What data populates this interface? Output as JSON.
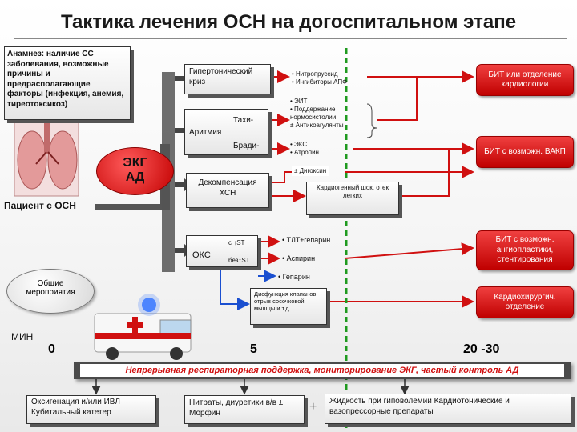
{
  "title": "Тактика лечения ОСН на догоспитальном этапе",
  "anamnesis": "Анамнез: наличие СС заболевания, возможные причины и предрасполагающие факторы (инфекция, анемия, тиреотоксикоз)",
  "patient": "Пациент с ОСН",
  "ecg": {
    "line1": "ЭКГ",
    "line2": "АД"
  },
  "hypertensive_crisis": "Гипертонический криз",
  "hypertensive_drugs": [
    "• Нитропруссид",
    "• Ингибиторы АПФ"
  ],
  "arrhythmia": "Аритмия",
  "tachy": "Тахи-",
  "brady": "Бради-",
  "tachy_measures": [
    "• ЭИТ",
    "• Поддержание нормосистолии",
    "± Антикоагулянты"
  ],
  "brady_measures": [
    "• ЭКС",
    "• Атропин"
  ],
  "digoxin": "± Дигоксин",
  "decompensation": "Декомпенсация ХСН",
  "cardiogenic_shock": "Кардиогенный шок, отек легких",
  "acs": "ОКС",
  "st_elev": "с ↑ST",
  "st_no_elev": "без↑ST",
  "tlt": "• ТЛТ±гепарин",
  "aspirin": "• Аспирин",
  "heparin": "• Гепарин",
  "general_measures": "Общие мероприятия",
  "valve_dysfunction": "Дисфункция клапанов, отрыв сосочковой мышцы и т.д.",
  "red_boxes": {
    "icu_cardiology": "БИТ или отделение кардиологии",
    "icu_iabp": "БИТ с возможн. ВАКП",
    "icu_angioplasty": "БИТ с возможн. ангиопластики, стентирования",
    "cardiac_surgery": "Кардиохирургич. отделение"
  },
  "timeline": {
    "unit": "МИН",
    "t0": "0",
    "t5": "5",
    "t20_30": "20 -30"
  },
  "continuous_support": "Непрерывная респираторная поддержка, мониторирование ЭКГ, частый контроль АД",
  "bottom": {
    "oxygen": "Оксигенация и/или ИВЛ Кубитальный катетер",
    "nitrates": "Нитраты, диуретики в/в ± Морфин",
    "plus": "+",
    "fluids": "Жидкость при гиповолемии Кардиотонические и вазопрессорные препараты"
  },
  "colors": {
    "red": "#d01010",
    "blue": "#1a4fd0",
    "green_dashed": "#1f9a1f"
  }
}
